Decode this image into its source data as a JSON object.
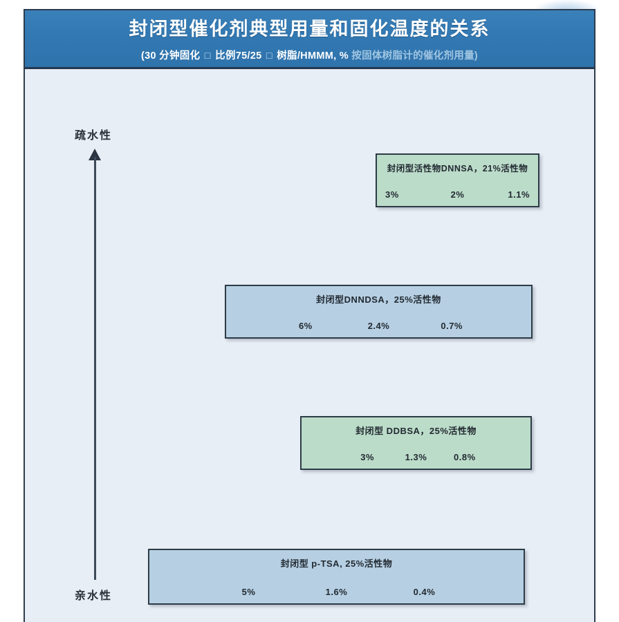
{
  "slide": {
    "header": {
      "title": "封闭型催化剂典型用量和固化温度的关系",
      "subtitle_part1": "(30 分钟固化",
      "subtitle_sq1": "□",
      "subtitle_part2": "比例75/25",
      "subtitle_sq2": "□",
      "subtitle_part3": "树脂/HMMM, %",
      "subtitle_part4_dim": "按固体树脂计的催化剂用量)"
    },
    "axis": {
      "top_label": "疏水性",
      "bottom_label": "亲水性",
      "arrow_direction": "up"
    },
    "colors": {
      "header_blue": "#3278b2",
      "slide_background": "#e8eef6",
      "box_green": "#bcdcca",
      "box_blue": "#b6cfe3",
      "box_border": "#2c3b46",
      "text_dark": "#222a31"
    },
    "boxes": [
      {
        "id": "dnnsa",
        "title": "封闭型活性物DNNSA，21%活性物",
        "color": "green",
        "values": [
          "3%",
          "2%",
          "1.1%"
        ]
      },
      {
        "id": "dnndsa",
        "title": "封闭型DNNDSA，25%活性物",
        "color": "blue",
        "values": [
          "6%",
          "2.4%",
          "0.7%"
        ]
      },
      {
        "id": "ddbsa",
        "title": "封闭型 DDBSA，25%活性物",
        "color": "green",
        "values": [
          "3%",
          "1.3%",
          "0.8%"
        ]
      },
      {
        "id": "ptsa",
        "title": "封闭型 p-TSA, 25%活性物",
        "color": "blue",
        "values": [
          "5%",
          "1.6%",
          "0.4%"
        ]
      }
    ]
  },
  "chart_data": {
    "type": "table",
    "title": "封闭型催化剂典型用量和固化温度的关系",
    "subtitle": "(30 分钟固化 □ 比例75/25 □ 树脂/HMMM, % 按固体树脂计的催化剂用量)",
    "ylabel": "疏水性 ← → 亲水性",
    "categories": [
      "封闭型活性物DNNSA，21%活性物",
      "封闭型DNNDSA，25%活性物",
      "封闭型 DDBSA，25%活性物",
      "封闭型 p-TSA, 25%活性物"
    ],
    "series": [
      {
        "name": "封闭型活性物DNNSA，21%活性物",
        "values": [
          "3%",
          "2%",
          "1.1%"
        ]
      },
      {
        "name": "封闭型DNNDSA，25%活性物",
        "values": [
          "6%",
          "2.4%",
          "0.7%"
        ]
      },
      {
        "name": "封闭型 DDBSA，25%活性物",
        "values": [
          "3%",
          "1.3%",
          "0.8%"
        ]
      },
      {
        "name": "封闭型 p-TSA, 25%活性物",
        "values": [
          "5%",
          "1.6%",
          "0.4%"
        ]
      }
    ],
    "legend_position": "none",
    "grid": false
  }
}
